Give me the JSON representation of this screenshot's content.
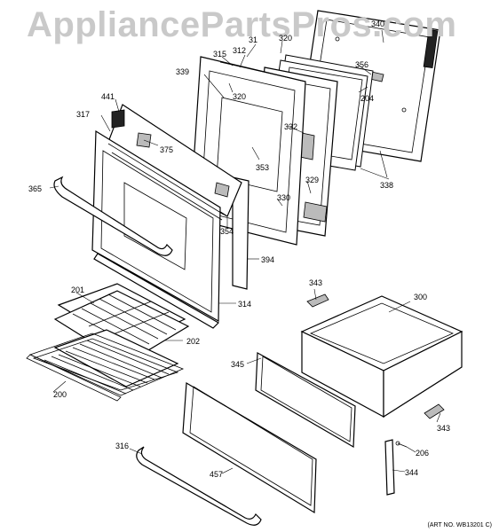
{
  "watermark": "AppliancePartsPros.com",
  "art_number": "(ART NO. WB13201 C)",
  "callouts": [
    {
      "id": "31",
      "label": "31"
    },
    {
      "id": "312",
      "label": "312"
    },
    {
      "id": "315",
      "label": "315"
    },
    {
      "id": "320a",
      "label": "320"
    },
    {
      "id": "340",
      "label": "340"
    },
    {
      "id": "356",
      "label": "356"
    },
    {
      "id": "204",
      "label": "204"
    },
    {
      "id": "339",
      "label": "339"
    },
    {
      "id": "320b",
      "label": "320"
    },
    {
      "id": "441",
      "label": "441"
    },
    {
      "id": "317",
      "label": "317"
    },
    {
      "id": "375",
      "label": "375"
    },
    {
      "id": "332",
      "label": "332"
    },
    {
      "id": "353",
      "label": "353"
    },
    {
      "id": "329",
      "label": "329"
    },
    {
      "id": "338",
      "label": "338"
    },
    {
      "id": "365",
      "label": "365"
    },
    {
      "id": "330",
      "label": "330"
    },
    {
      "id": "354",
      "label": "354"
    },
    {
      "id": "394",
      "label": "394"
    },
    {
      "id": "343a",
      "label": "343"
    },
    {
      "id": "300",
      "label": "300"
    },
    {
      "id": "201",
      "label": "201"
    },
    {
      "id": "314",
      "label": "314"
    },
    {
      "id": "202",
      "label": "202"
    },
    {
      "id": "345",
      "label": "345"
    },
    {
      "id": "200",
      "label": "200"
    },
    {
      "id": "343b",
      "label": "343"
    },
    {
      "id": "206",
      "label": "206"
    },
    {
      "id": "316",
      "label": "316"
    },
    {
      "id": "457",
      "label": "457"
    },
    {
      "id": "344",
      "label": "344"
    }
  ]
}
